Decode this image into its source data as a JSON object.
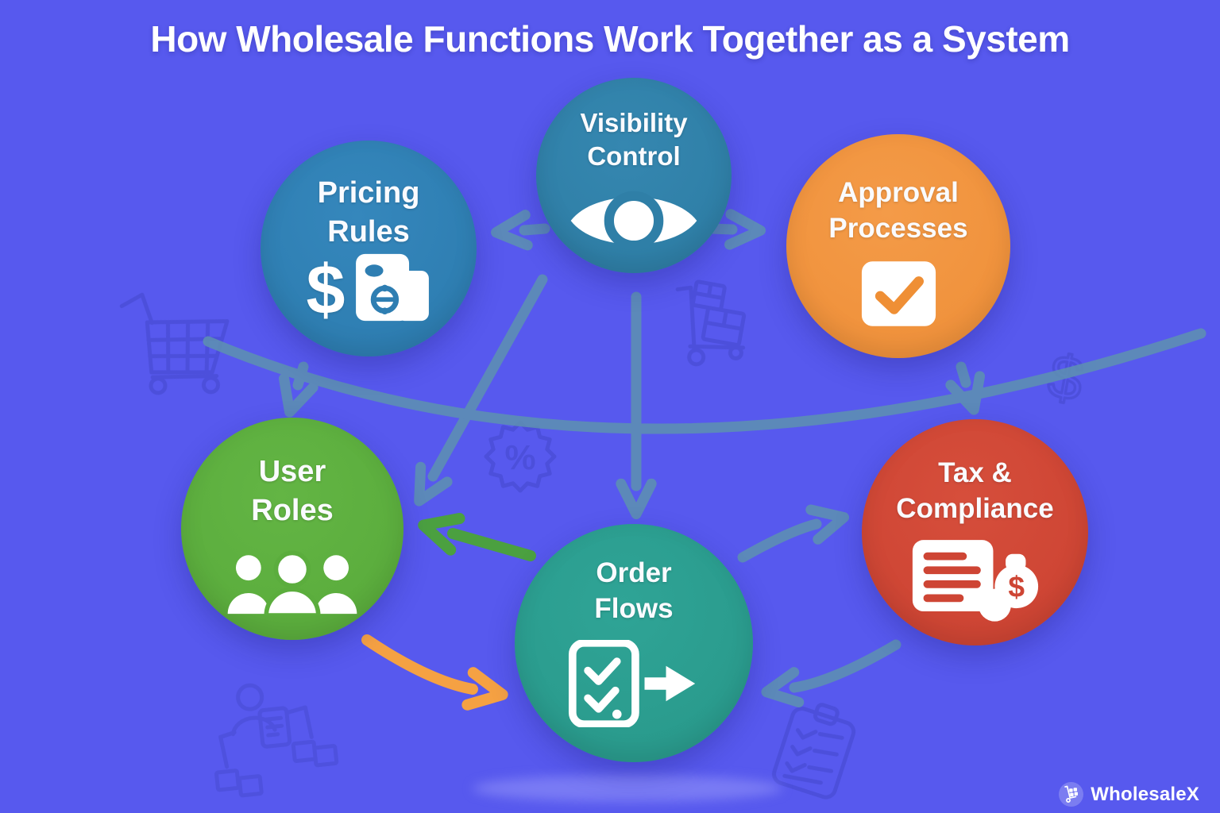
{
  "title": "How Wholesale Functions Work Together as a System",
  "background_color": "#5759EE",
  "nodes": {
    "visibility": {
      "line1": "Visibility",
      "line2": "Control",
      "color": "#2F7FA7",
      "icon": "eye-icon"
    },
    "pricing": {
      "line1": "Pricing",
      "line2": "Rules",
      "color": "#2E7EB2",
      "icon": "price-receipt-icon",
      "dollar_glyph": "$"
    },
    "approval": {
      "line1": "Approval",
      "line2": "Processes",
      "color": "#F0923C",
      "icon": "checkbox-check-icon"
    },
    "user_roles": {
      "line1": "User",
      "line2": "Roles",
      "color": "#5BAD3D",
      "icon": "users-group-icon"
    },
    "order_flows": {
      "line1": "Order",
      "line2": "Flows",
      "color": "#2A9B8D",
      "icon": "checklist-arrow-icon"
    },
    "tax": {
      "line1": "Tax &",
      "line2": "Compliance",
      "color": "#CE4534",
      "icon": "invoice-dollar-icon",
      "dollar_glyph": "$"
    }
  },
  "arrows": {
    "teal_color": "#5E90B2",
    "green_color": "#4BA040",
    "orange_color": "#F5A143"
  },
  "decorations": {
    "icon_color": "#4347C9",
    "percent_glyph": "%",
    "dollar_glyph": "$",
    "icons": [
      "shopping-cart-icon",
      "hand-truck-icon",
      "percent-badge-icon",
      "dollar-sign-icon",
      "person-distribution-icon",
      "clipboard-checklist-icon"
    ]
  },
  "logo": {
    "text": "WholesaleX",
    "icon": "hand-truck-badge-icon"
  }
}
